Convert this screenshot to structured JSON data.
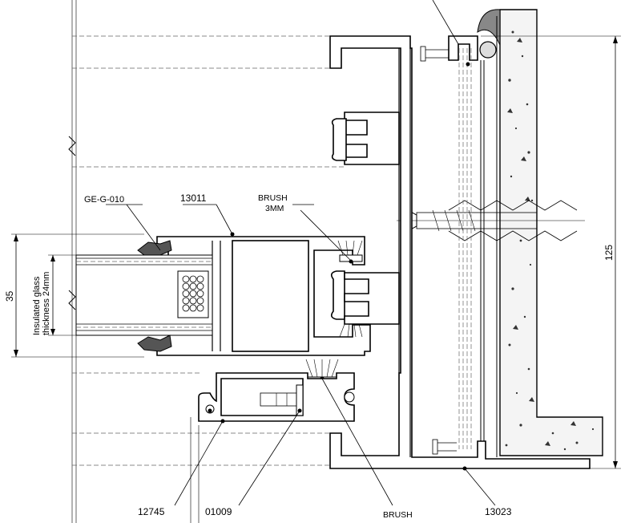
{
  "labels": {
    "gasket": "GE-G-010",
    "profile_sash": "13011",
    "brush_top_line1": "BRUSH",
    "brush_top_line2": "3MM",
    "glass_line1": "Insulated glass",
    "glass_line2": "thickness 24mm",
    "dim_35": "35",
    "dim_125": "125",
    "profile_12745": "12745",
    "profile_01009": "01009",
    "brush_bottom": "BRUSH",
    "profile_13023": "13023"
  }
}
